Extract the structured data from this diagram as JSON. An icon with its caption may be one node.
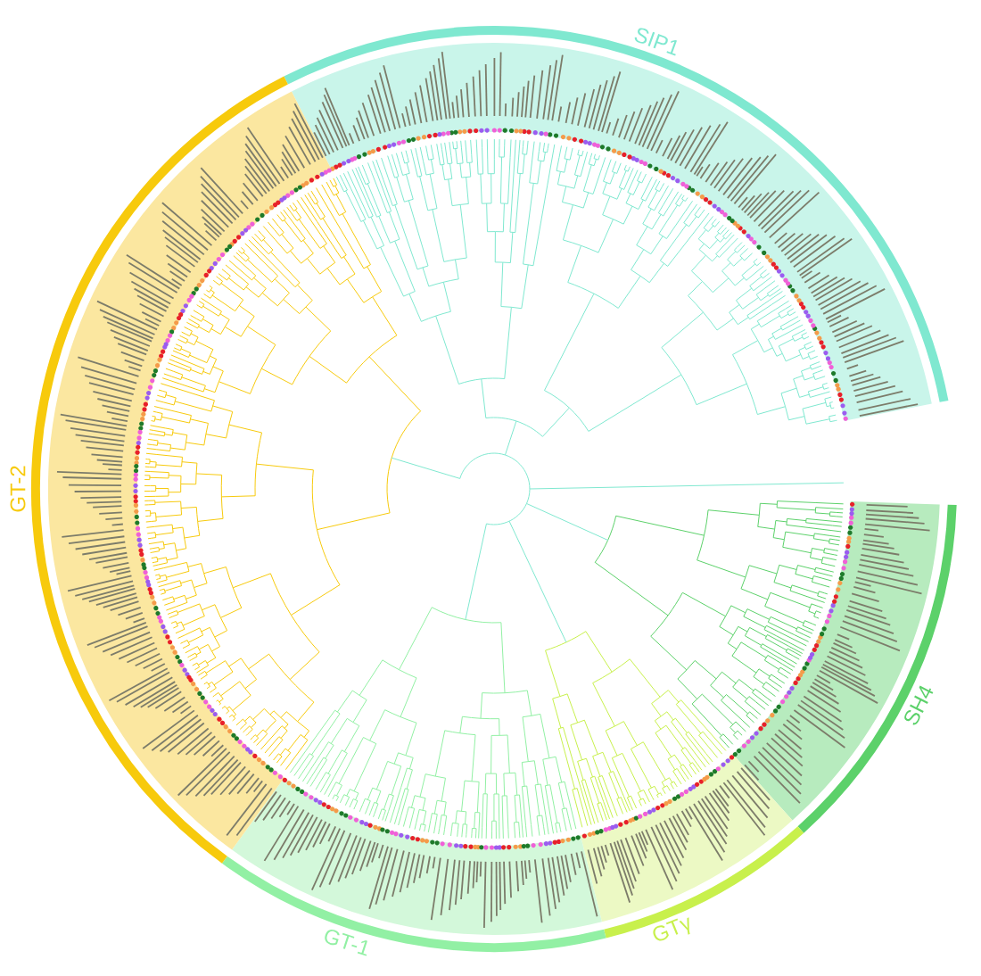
{
  "diagram": {
    "nodes": [
      {
        "text": [
          "SIP1"
        ]
      },
      {
        "text": [
          "SH4"
        ]
      },
      {
        "text": [
          "GTγ"
        ]
      },
      {
        "text": [
          "GT-1"
        ]
      },
      {
        "text": [
          "GT-2"
        ]
      }
    ]
  }
}
